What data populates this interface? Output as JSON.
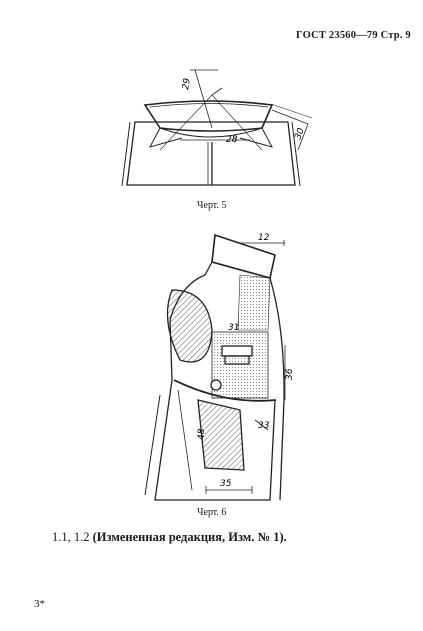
{
  "header": {
    "standard": "ГОСТ 23560—79",
    "page": "Стр. 9"
  },
  "figure5": {
    "caption": "Черт. 5",
    "dims": {
      "collar_height": "29",
      "collar_width": "28",
      "end_length": "30"
    }
  },
  "figure6": {
    "caption": "Черт. 6",
    "dims": {
      "top": "12",
      "pocket": "31",
      "side": "36",
      "flap": "33",
      "bottom": "35",
      "lower": "48"
    }
  },
  "note": {
    "items": "1.1, 1.2",
    "text": "(Измененная редакция, Изм. № 1)."
  },
  "page_mark": "3*"
}
